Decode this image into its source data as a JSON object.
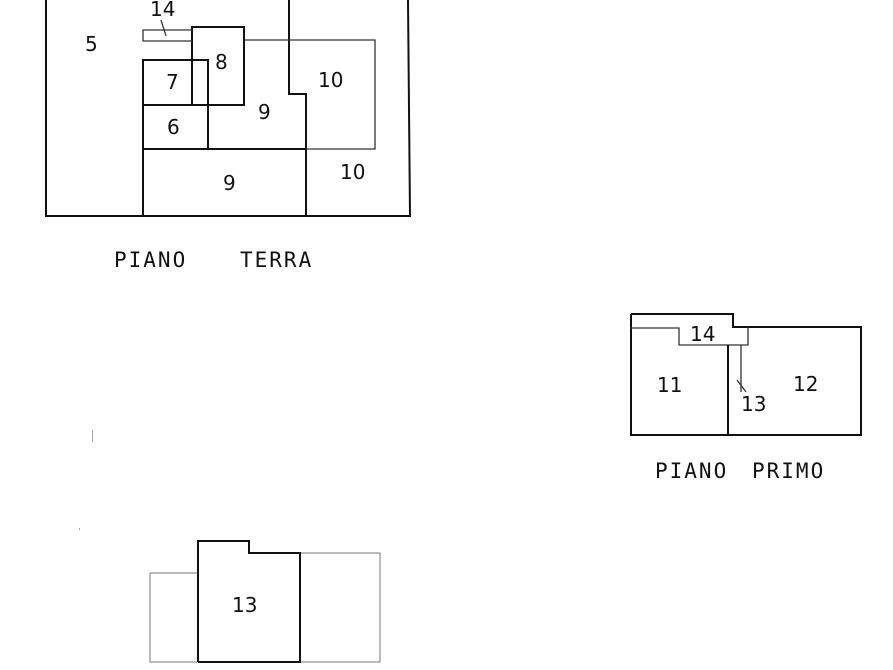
{
  "floors": {
    "ground": {
      "label_word1": "PIANO",
      "label_word2": "TERRA",
      "rooms": {
        "r5": "5",
        "r14": "14",
        "r8": "8",
        "r7": "7",
        "r6": "6",
        "r9a": "9",
        "r9b": "9",
        "r10a": "10",
        "r10b": "10"
      }
    },
    "first": {
      "label_word1": "PIANO",
      "label_word2": "PRIMO",
      "rooms": {
        "r14": "14",
        "r11": "11",
        "r12": "12",
        "r13": "13"
      }
    },
    "lower": {
      "rooms": {
        "r13": "13"
      }
    }
  }
}
